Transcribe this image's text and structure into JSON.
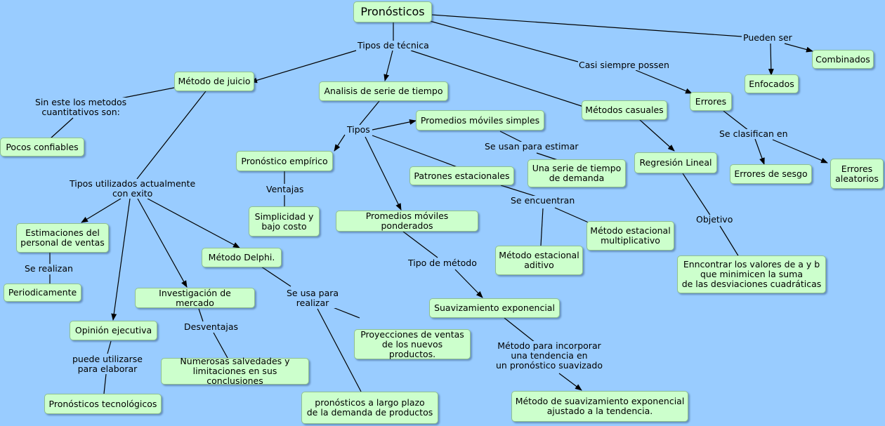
{
  "diagram": {
    "nodes": {
      "pronosticos": "Pronósticos",
      "metodo_juicio": "Método de juicio",
      "analisis_serie": "Analisis de serie de tiempo",
      "metodos_casuales": "Métodos casuales",
      "errores": "Errores",
      "enfocados": "Enfocados",
      "combinados": "Combinados",
      "pocos_confiables": "Pocos confiables",
      "estimaciones_personal": "Estimaciones del\npersonal de ventas",
      "periodicamente": "Periodicamente",
      "opinion_ejecutiva": "Opinión ejecutiva",
      "pronosticos_tecnologicos": "Pronósticos tecnológicos",
      "investigacion_mercado": "Investigación de mercado",
      "numerosas_salvedades": "Numerosas salvedades y\nlimitaciones en sus conclusiones",
      "metodo_delphi": "Método Delphi.",
      "proyecciones_ventas": "Proyecciones de ventas\nde los nuevos productos.",
      "pronosticos_largo_plazo": "pronósticos a largo plazo\nde la demanda de productos",
      "pronostico_empirico": "Pronóstico empírico",
      "simplicidad": "Simplicidad y\nbajo costo",
      "promedios_simples": "Promedios móviles simples",
      "serie_demanda": "Una serie de tiempo\nde demanda",
      "patrones_estacionales": "Patrones estacionales",
      "promedios_ponderados": "Promedios móviles ponderados",
      "suavizamiento_exponencial": "Suavizamiento exponencial",
      "metodo_suavizamiento_ajustado": "Método de suavizamiento exponencial\najustado a la tendencia.",
      "estacional_multiplicativo": "Método estacional\nmultiplicativo",
      "estacional_aditivo": "Método estacional\naditivo",
      "regresion_lineal": "Regresión Lineal",
      "enncontrar_valores": "Enncontrar los valores de a y b\nque minimicen la suma\nde las desviaciones cuadráticas",
      "errores_sesgo": "Errores de sesgo",
      "errores_aleatorios": "Errores\naleatorios"
    },
    "labels": {
      "tipos_tecnica": "Tipos de técnica",
      "casi_siempre": "Casi siempre possen",
      "pueden_ser": "Pueden ser",
      "sin_este": "Sin este los metodos\ncuantitativos son:",
      "tipos_utilizados": "Tipos utilizados actualmente\ncon exito",
      "se_realizan": "Se realizan",
      "puede_utilizarse": "puede utilizarse\npara elaborar",
      "desventajas": "Desventajas",
      "se_usa_para": "Se usa para\nrealizar",
      "tipos": "Tipos",
      "ventajas": "Ventajas",
      "se_usan_estimar": "Se usan para estimar",
      "se_encuentran": "Se encuentran",
      "tipo_metodo": "Tipo de método",
      "metodo_incorporar": "Método para incorporar\nuna tendencia en\nun pronóstico suavizado",
      "objetivo": "Objetivo",
      "se_clasifican": "Se clasifican en"
    }
  }
}
